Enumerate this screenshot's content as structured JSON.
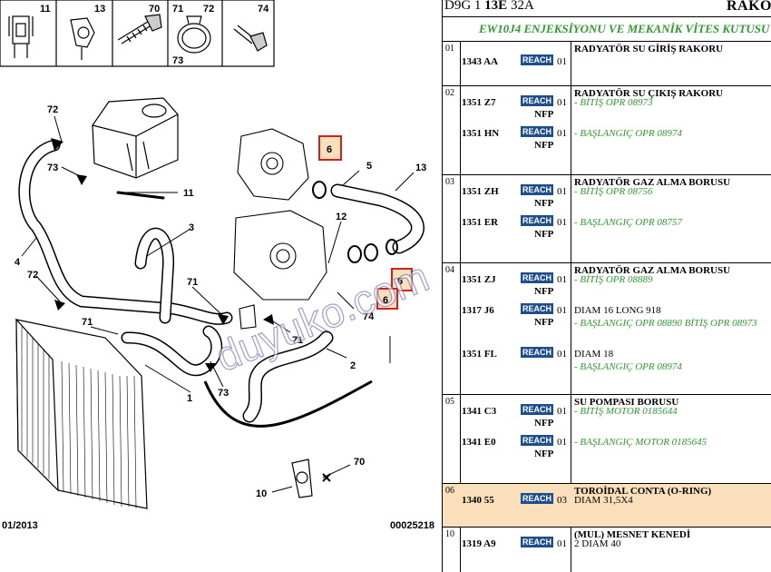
{
  "header": {
    "code_prefix": "D9G 1",
    "code_bold": "13E",
    "code_suffix": "32A",
    "right_title": "RAKO"
  },
  "subtitle": "EW10J4 ENJEKSİYONU VE MEKANİK VİTES KUTUSU",
  "footer": {
    "date": "01/2013",
    "doc_no": "00025218"
  },
  "watermark": "duyuko.com",
  "diagram_labels": {
    "top_icons": [
      "11",
      "13",
      "70",
      "71",
      "72",
      "74",
      "73"
    ],
    "parts": [
      "72",
      "73",
      "11",
      "3",
      "4",
      "72",
      "71",
      "71",
      "1",
      "73",
      "6",
      "5",
      "13",
      "12",
      "6",
      "6",
      "74",
      "71",
      "2",
      "70",
      "10"
    ]
  },
  "table": {
    "reach_label": "REACH",
    "nfp_label": "NFP",
    "sections": [
      {
        "num": "01",
        "title": "RADYATÖR SU GİRİŞ RAKORU",
        "highlight": false,
        "rows": [
          {
            "ref": "1343 AA",
            "nfp": false,
            "qty": "01",
            "desc": "",
            "desc_green": false,
            "desc2": ""
          }
        ]
      },
      {
        "num": "02",
        "title": "RADYATÖR SU ÇIKIŞ RAKORU",
        "highlight": false,
        "rows": [
          {
            "ref": "1351 Z7",
            "nfp": true,
            "qty": "01",
            "desc": "- BİTİŞ OPR 08973",
            "desc_green": true,
            "desc2": ""
          },
          {
            "ref": "1351 HN",
            "nfp": true,
            "qty": "01",
            "desc": "- BAŞLANGIÇ OPR 08974",
            "desc_green": true,
            "desc2": ""
          }
        ]
      },
      {
        "num": "03",
        "title": "RADYATÖR GAZ ALMA BORUSU",
        "highlight": false,
        "rows": [
          {
            "ref": "1351 ZH",
            "nfp": true,
            "qty": "01",
            "desc": "- BİTİŞ OPR 08756",
            "desc_green": true,
            "desc2": ""
          },
          {
            "ref": "1351 ER",
            "nfp": true,
            "qty": "01",
            "desc": "- BAŞLANGIÇ OPR 08757",
            "desc_green": true,
            "desc2": ""
          }
        ]
      },
      {
        "num": "04",
        "title": "RADYATÖR GAZ ALMA BORUSU",
        "highlight": false,
        "rows": [
          {
            "ref": "1351 ZJ",
            "nfp": true,
            "qty": "01",
            "desc": "- BİTİŞ OPR 08889",
            "desc_green": true,
            "desc2": ""
          },
          {
            "ref": "1317 J6",
            "nfp": true,
            "qty": "01",
            "desc": "DIAM 16 LONG 918",
            "desc_green": false,
            "desc2": "- BAŞLANGIÇ OPR 08890 BİTİŞ OPR 08973"
          },
          {
            "ref": "1351 FL",
            "nfp": false,
            "qty": "01",
            "desc": "DIAM 18",
            "desc_green": false,
            "desc2": "- BAŞLANGIÇ OPR 08974"
          }
        ]
      },
      {
        "num": "05",
        "title": "SU POMPASI BORUSU",
        "highlight": false,
        "rows": [
          {
            "ref": "1341 C3",
            "nfp": true,
            "qty": "01",
            "desc": "- BİTİŞ MOTOR 0185644",
            "desc_green": true,
            "desc2": ""
          },
          {
            "ref": "1341 E0",
            "nfp": true,
            "qty": "01",
            "desc": "- BAŞLANGIÇ MOTOR 0185645",
            "desc_green": true,
            "desc2": ""
          }
        ]
      },
      {
        "num": "06",
        "title": "TOROİDAL CONTA (O-RING)",
        "highlight": true,
        "rows": [
          {
            "ref": "1340 55",
            "nfp": false,
            "qty": "03",
            "desc": "DIAM 31,5X4",
            "desc_green": false,
            "desc2": ""
          }
        ]
      },
      {
        "num": "10",
        "title": "(MUL) MESNET KENEDİ",
        "highlight": false,
        "rows": [
          {
            "ref": "1319 A9",
            "nfp": false,
            "qty": "01",
            "desc": "2 DIAM 40",
            "desc_green": false,
            "desc2": ""
          }
        ]
      }
    ]
  }
}
